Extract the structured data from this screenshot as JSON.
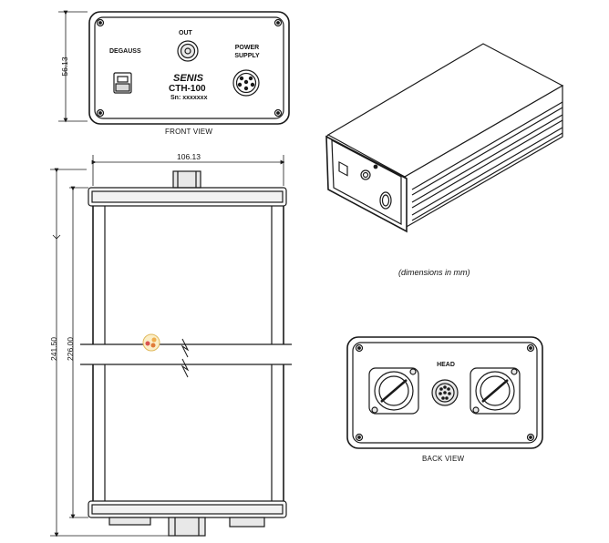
{
  "front_view": {
    "caption": "FRONT VIEW",
    "degauss_label": "DEGAUSS",
    "out_label": "OUT",
    "power_supply_label_line1": "POWER",
    "power_supply_label_line2": "SUPPLY",
    "brand": "SENIS",
    "model": "CTH-100",
    "serial": "Sn: xxxxxxx",
    "height_dim": "56.13"
  },
  "top_view": {
    "width_dim": "106.13",
    "overall_length_dim": "241.50",
    "body_length_dim": "226.00"
  },
  "back_view": {
    "caption": "BACK VIEW",
    "head_label": "HEAD"
  },
  "notes": {
    "units": "(dimensions in mm)"
  },
  "colors": {
    "line": "#1a1a1a",
    "fill": "#ffffff",
    "shade": "#e8e8e8"
  }
}
